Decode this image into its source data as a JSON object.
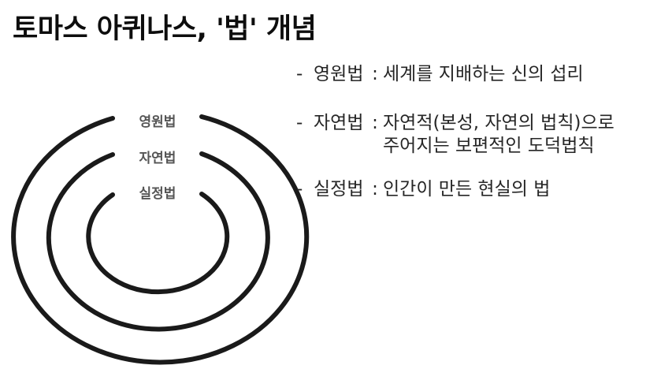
{
  "title": "토마스 아퀴나스, '법' 개념",
  "diagram": {
    "rings": [
      {
        "label": "영원법",
        "level": "outer"
      },
      {
        "label": "자연법",
        "level": "middle"
      },
      {
        "label": "실정법",
        "level": "inner"
      }
    ],
    "stroke_color": "#1a1a1a",
    "label_color": "#555555"
  },
  "definitions": [
    {
      "dash": "-",
      "term": "영원법",
      "colon": ":",
      "lines": [
        "세계를 지배하는 신의 섭리"
      ]
    },
    {
      "dash": "-",
      "term": "자연법",
      "colon": ":",
      "lines": [
        "자연적(본성, 자연의 법칙)으로",
        "주어지는 보편적인 도덕법칙"
      ]
    },
    {
      "dash": "-",
      "term": "실정법",
      "colon": ":",
      "lines": [
        "인간이 만든 현실의 법"
      ]
    }
  ]
}
